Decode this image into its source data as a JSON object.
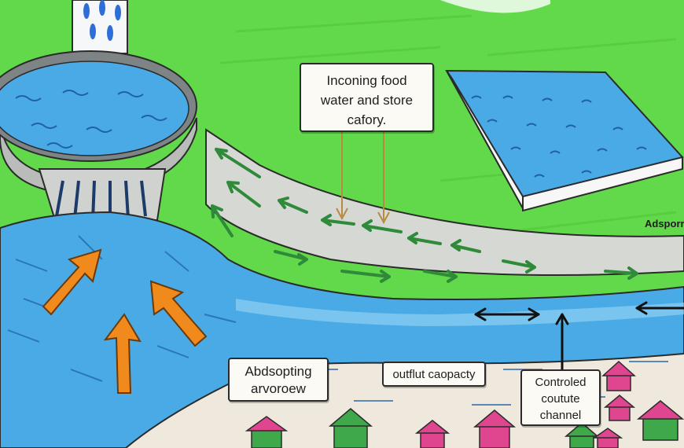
{
  "labels": {
    "top_callout_line1": "Inconing food",
    "top_callout_line2": "water and store",
    "top_callout_line3": "cafory.",
    "right_edge": "Adsporr",
    "bottom_left_line1": "Abdsopting",
    "bottom_left_line2": "arvoroew",
    "bottom_middle": "outflut caopacty",
    "bottom_right_line1": "Controled",
    "bottom_right_line2": "coutute",
    "bottom_right_line3": "channel"
  },
  "colors": {
    "grass": "#62d94a",
    "water": "#4aaae6",
    "water_light": "#8fd0f2",
    "channel_gray": "#d6d8d4",
    "flow_arrow_green": "#2f8a3a",
    "inflow_arrow_orange": "#f08a1c",
    "sand": "#e9c79a",
    "house_roof": "#e0458f",
    "house_wall": "#3fa84a"
  },
  "icons": {
    "flow_arrows": "arrow-icon",
    "houses": "house-icon"
  }
}
